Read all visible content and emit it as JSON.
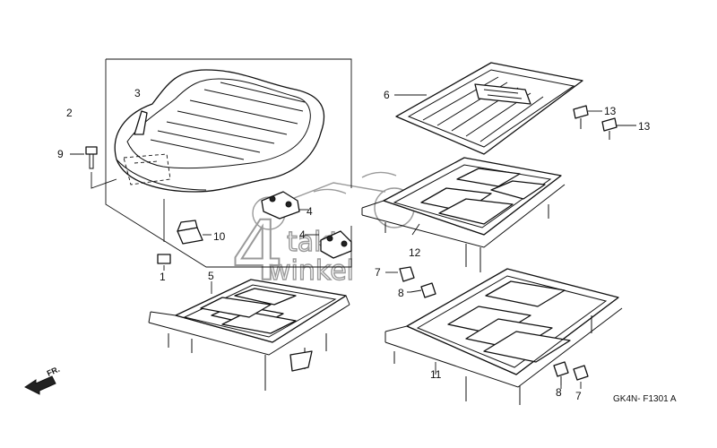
{
  "diagram": {
    "watermark": {
      "numeral": "4",
      "word1": "takt",
      "word2": "winkel"
    },
    "direction_label": "FR.",
    "drawing_code": "GK4N- F1301 A",
    "callouts": [
      {
        "id": "c1",
        "text": "1"
      },
      {
        "id": "c2",
        "text": "2"
      },
      {
        "id": "c3",
        "text": "3"
      },
      {
        "id": "c4a",
        "text": "4"
      },
      {
        "id": "c4b",
        "text": "4"
      },
      {
        "id": "c5",
        "text": "5"
      },
      {
        "id": "c6",
        "text": "6"
      },
      {
        "id": "c7a",
        "text": "7"
      },
      {
        "id": "c7b",
        "text": "7"
      },
      {
        "id": "c8a",
        "text": "8"
      },
      {
        "id": "c8b",
        "text": "8"
      },
      {
        "id": "c9",
        "text": "9"
      },
      {
        "id": "c10",
        "text": "10"
      },
      {
        "id": "c11",
        "text": "11"
      },
      {
        "id": "c12",
        "text": "12"
      },
      {
        "id": "c13a",
        "text": "13"
      },
      {
        "id": "c13b",
        "text": "13"
      }
    ]
  }
}
